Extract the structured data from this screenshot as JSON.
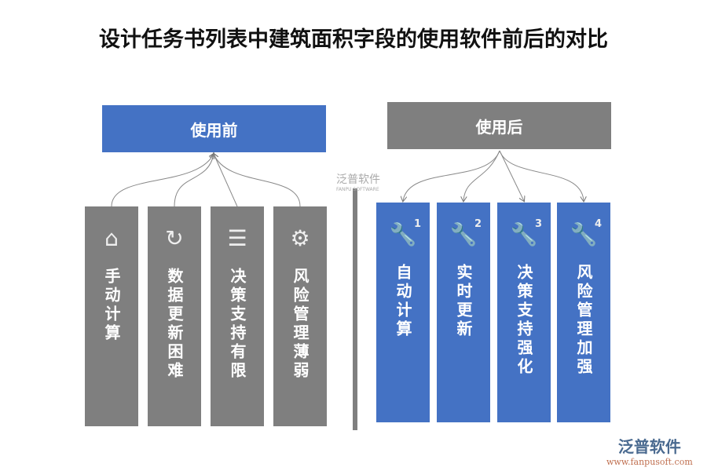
{
  "title": "设计任务书列表中建筑面积字段的使用软件前后的对比",
  "before": {
    "header": "使用前",
    "items": [
      {
        "icon": "home-icon",
        "label": "手动计算"
      },
      {
        "icon": "refresh-icon",
        "label": "数据更新困难"
      },
      {
        "icon": "document-icon",
        "label": "决策支持有限"
      },
      {
        "icon": "gears-icon",
        "label": "风险管理薄弱"
      }
    ]
  },
  "after": {
    "header": "使用后",
    "items": [
      {
        "icon": "wrench-icon",
        "num": "1",
        "label": "自动计算"
      },
      {
        "icon": "wrench-icon",
        "num": "2",
        "label": "实时更新"
      },
      {
        "icon": "wrench-icon",
        "num": "3",
        "label": "决策支持强化"
      },
      {
        "icon": "wrench-icon",
        "num": "4",
        "label": "风险管理加强"
      }
    ]
  },
  "watermark": {
    "name": "泛普软件",
    "sub": "FANPU SOFTWARE",
    "url": "www.fanpusoft.com"
  },
  "colors": {
    "blue": "#4472c4",
    "grey": "#7f7f7f"
  }
}
